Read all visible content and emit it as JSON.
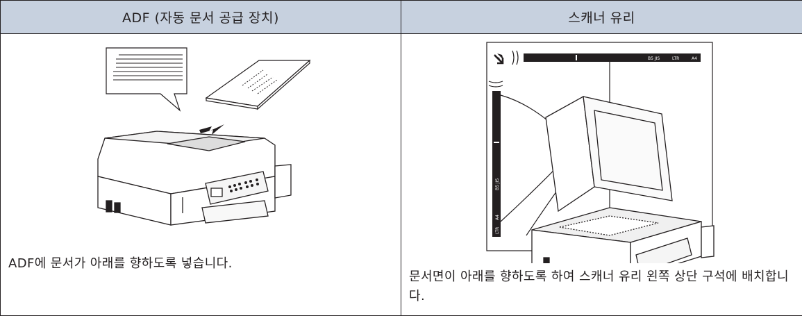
{
  "table": {
    "headers": [
      "ADF (자동 문서 공급 장치)",
      "스캐너 유리"
    ],
    "adf_caption": "ADF에 문서가 아래를 향하도록 넣습니다.",
    "glass_caption": "문서면이 아래를 향하도록 하여 스캐너 유리 왼쪽 상단 구석에 배치합니다.",
    "glass_ruler_labels": {
      "top_b5": "B5 JIS",
      "top_ltr": "LTR",
      "top_a4": "A4",
      "side_b5": "B5 JIS",
      "side_ltr": "LTR",
      "side_a4": "A4"
    }
  },
  "colors": {
    "header_bg": "#c7d1df",
    "line": "#231f20",
    "body_bg": "#ffffff"
  },
  "icons": [
    "arrow-icon",
    "corner-arrow-icon",
    "printer-illustration"
  ]
}
